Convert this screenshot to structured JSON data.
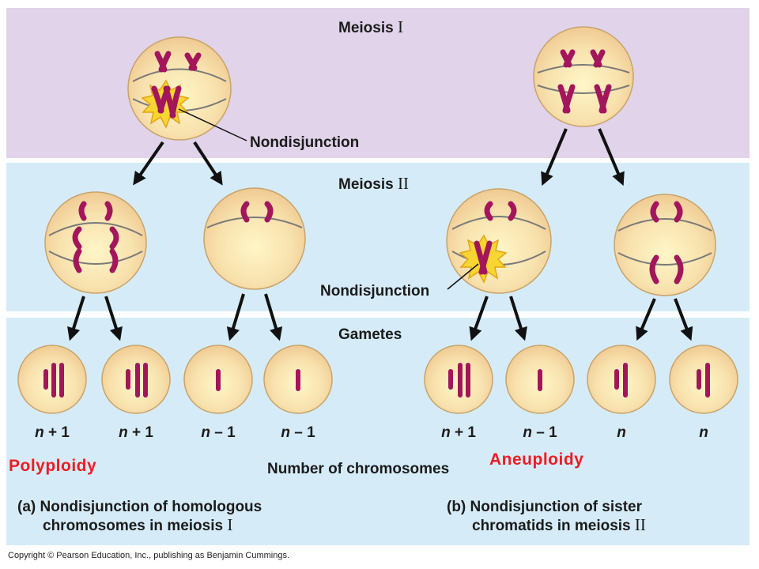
{
  "stages": {
    "meiosis1": {
      "label": "Meiosis",
      "numeral": "I"
    },
    "meiosis2": {
      "label": "Meiosis",
      "numeral": "II"
    },
    "gametes": {
      "label": "Gametes"
    }
  },
  "annotations": {
    "nondisjunction_left": "Nondisjunction",
    "nondisjunction_right": "Nondisjunction"
  },
  "gamete_counts": [
    {
      "n": "n",
      "op": "+",
      "k": "1"
    },
    {
      "n": "n",
      "op": "+",
      "k": "1"
    },
    {
      "n": "n",
      "op": "–",
      "k": "1"
    },
    {
      "n": "n",
      "op": "–",
      "k": "1"
    },
    {
      "n": "n",
      "op": "+",
      "k": "1"
    },
    {
      "n": "n",
      "op": "–",
      "k": "1"
    },
    {
      "n": "n",
      "op": "",
      "k": ""
    },
    {
      "n": "n",
      "op": "",
      "k": ""
    }
  ],
  "axis_label": "Number of chromosomes",
  "tags": {
    "left": "Polyploidy",
    "right": "Aneuploidy"
  },
  "captions": {
    "a": {
      "line1": "(a) Nondisjunction of homologous",
      "line2": "chromosomes in meiosis",
      "numeral": "I"
    },
    "b": {
      "line1": "(b) Nondisjunction of sister",
      "line2": "chromatids in meiosis",
      "numeral": "II"
    }
  },
  "copyright": "Copyright © Pearson Education, Inc., publishing as Benjamin Cummings.",
  "colors": {
    "meiosis1_band": "#e0d3ea",
    "meiosis2_band": "#d5ecf8",
    "chromosome": "#a3165c",
    "cell_fill": "#f7deab",
    "burst": "#f7d631",
    "tag_red": "#ec1c24"
  }
}
